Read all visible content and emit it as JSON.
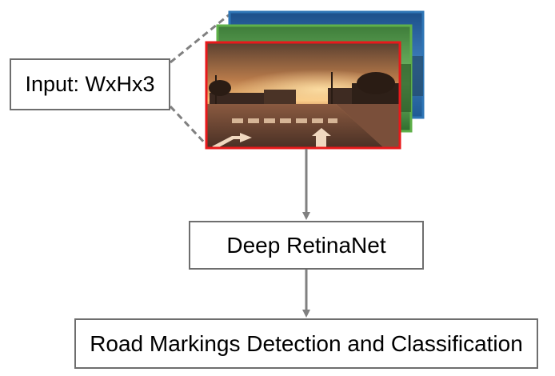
{
  "input_label": "Input: WxHx3",
  "network_label": "Deep RetinaNet",
  "output_label": "Road Markings Detection and Classification",
  "colors": {
    "box_border": "#6e6e6e",
    "arrow": "#808080",
    "frame_blue": "#2e75b6",
    "frame_green": "#5fb04a",
    "frame_red": "#e8191b"
  }
}
